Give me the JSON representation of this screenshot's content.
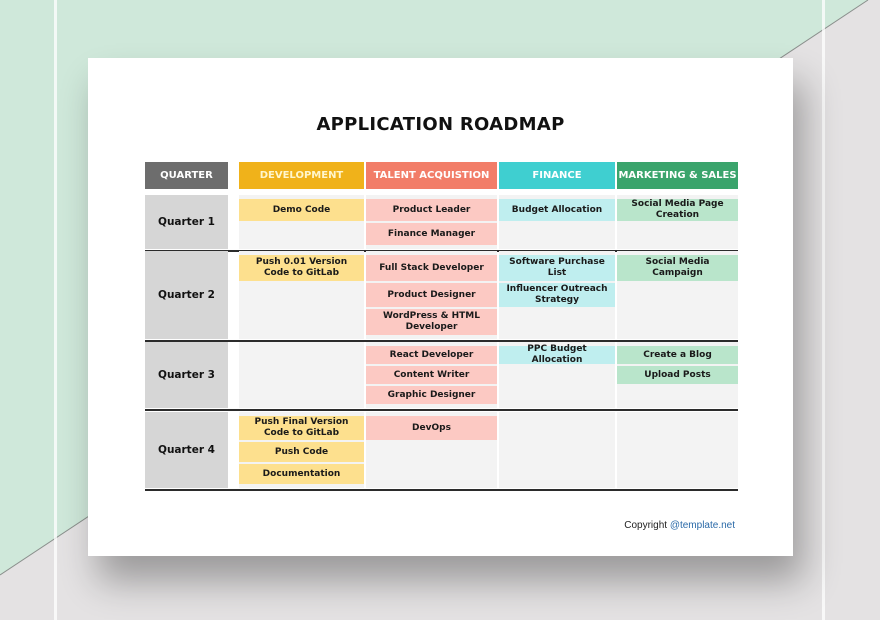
{
  "document": {
    "title": "APPLICATION ROADMAP",
    "headers": [
      {
        "label": "QUARTER",
        "color": "#6d6d6d"
      },
      {
        "label": "DEVELOPMENT",
        "color": "#f0b21a"
      },
      {
        "label": "TALENT ACQUISTION",
        "color": "#f27d68"
      },
      {
        "label": "FINANCE",
        "color": "#3fcfd0"
      },
      {
        "label": "MARKETING & SALES",
        "color": "#3aa46c"
      }
    ],
    "cell_colors": {
      "development": "#fde08e",
      "talent": "#fcc9c3",
      "finance": "#bfeeef",
      "marketing": "#b9e5cb"
    },
    "quarters": [
      {
        "label": "Quarter 1",
        "development": [
          "Demo Code"
        ],
        "talent": [
          "Product Leader",
          "Finance Manager"
        ],
        "finance": [
          "Budget Allocation"
        ],
        "marketing": [
          "Social Media Page Creation"
        ]
      },
      {
        "label": "Quarter 2",
        "development": [
          "Push 0.01 Version Code to GitLab"
        ],
        "talent": [
          "Full Stack Developer",
          "Product Designer",
          "WordPress & HTML Developer"
        ],
        "finance": [
          "Software Purchase List",
          "Influencer Outreach Strategy"
        ],
        "marketing": [
          "Social Media Campaign"
        ]
      },
      {
        "label": "Quarter 3",
        "development": [],
        "talent": [
          "React Developer",
          "Content Writer",
          "Graphic Designer"
        ],
        "finance": [
          "PPC Budget Allocation"
        ],
        "marketing": [
          "Create a Blog",
          "Upload Posts"
        ]
      },
      {
        "label": "Quarter 4",
        "development": [
          "Push Final Version Code to GitLab",
          "Push Code",
          "Documentation"
        ],
        "talent": [
          "DevOps"
        ],
        "finance": [],
        "marketing": []
      }
    ],
    "footer": {
      "prefix": "Copyright ",
      "link": "@template.net"
    }
  }
}
